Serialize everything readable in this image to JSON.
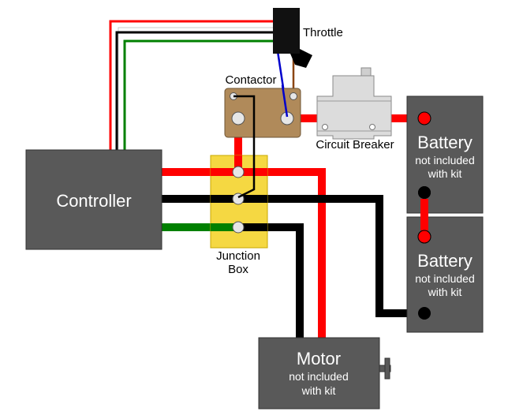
{
  "throttle": {
    "label": "Throttle"
  },
  "contactor": {
    "label": "Contactor"
  },
  "circuit_breaker": {
    "label": "Circuit Breaker"
  },
  "junction_box": {
    "label_line1": "Junction",
    "label_line2": "Box"
  },
  "controller": {
    "label": "Controller"
  },
  "battery_top": {
    "title": "Battery",
    "note_line1": "not included",
    "note_line2": "with kit"
  },
  "battery_bottom": {
    "title": "Battery",
    "note_line1": "not included",
    "note_line2": "with kit"
  },
  "motor": {
    "title": "Motor",
    "note_line1": "not included",
    "note_line2": "with kit"
  },
  "colors": {
    "red": "#ff0000",
    "black": "#000000",
    "green": "#008000",
    "blue": "#0000cc",
    "brown": "#8b4513",
    "device_gray": "#595959",
    "junction_yellow": "#f5d842",
    "contactor_tan": "#b08a5a",
    "breaker_gray": "#dcdcdc"
  }
}
